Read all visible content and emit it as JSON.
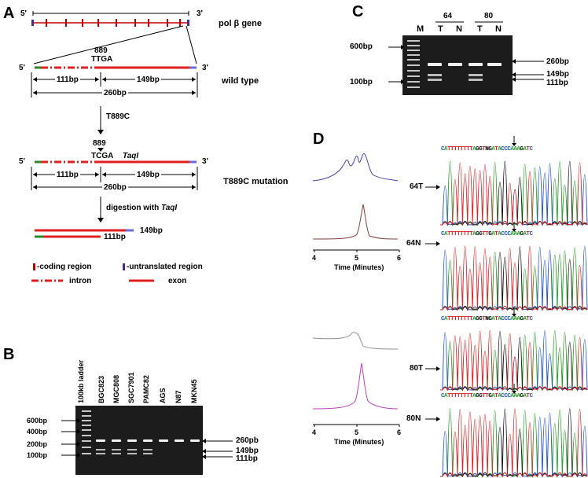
{
  "panel_letters": {
    "a": "A",
    "b": "B",
    "c": "C",
    "d": "D"
  },
  "panelA": {
    "end5": "5'",
    "end3": "3'",
    "gene_label": "pol β  gene",
    "wt_pos": "889",
    "wt_seq": "TTGA",
    "wt_frag1": "111bp",
    "wt_frag2": "149bp",
    "wt_total": "260bp",
    "wild_type": "wild type",
    "mutation_step": "T889C",
    "mut_pos": "889",
    "mut_seq": "TCGA",
    "mut_enzyme": "TaqI",
    "mut_frag1": "111bp",
    "mut_frag2": "149bp",
    "mut_total": "260bp",
    "mutation_label": "T889C mutation",
    "digestion": "digestion with",
    "digestion_enzyme": "TaqI",
    "digest_frag1": "149bp",
    "digest_frag2": "111bp",
    "legend": {
      "coding": "-coding region",
      "utr": "-untranslated region",
      "intron": "intron",
      "exon": "exon"
    }
  },
  "panelB": {
    "lanes": [
      "100kb ladder",
      "BGC823",
      "MGC808",
      "SGC7901",
      "PAMC82",
      "AGS",
      "N87",
      "MKN45"
    ],
    "markers": [
      "600bp",
      "400bp",
      "200bp",
      "100bp"
    ],
    "bands": [
      "260pb",
      "149bp",
      "111bp"
    ]
  },
  "panelC": {
    "groups": [
      "64",
      "80"
    ],
    "lane_m": "M",
    "lane_t": "T",
    "lane_n": "N",
    "markers": [
      "600bp",
      "100bp"
    ],
    "bands": [
      "260bp",
      "149bp",
      "111bp"
    ]
  },
  "panelD": {
    "axis_ticks": [
      "4",
      "5",
      "6"
    ],
    "axis_label": "Time (Minutes)",
    "samples": [
      "64T",
      "64N",
      "80T",
      "80N"
    ],
    "seq_mut": "CATTTTTTTTAGGTNGATACCCAAAGATC",
    "seq_wt": "CATTTTTTTTAGGTTGATACCCAAAGATC",
    "colors": {
      "A": "#2aa02a",
      "C": "#2255cc",
      "G": "#111111",
      "T": "#d62728"
    }
  }
}
